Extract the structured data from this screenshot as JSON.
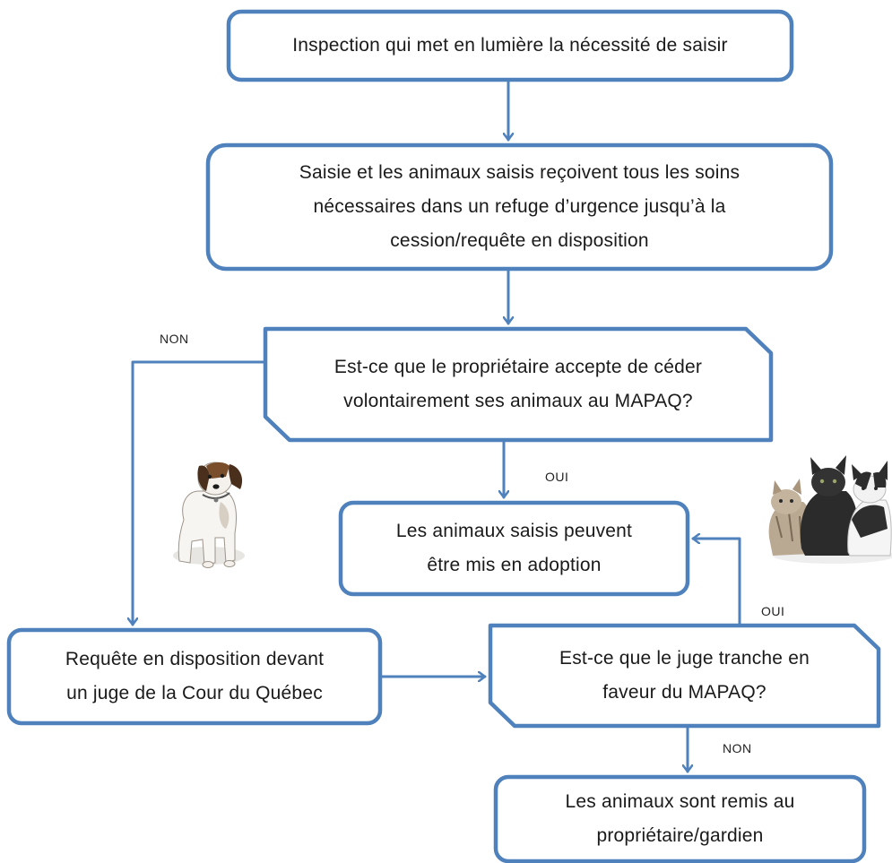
{
  "colors": {
    "box_stroke": "#4f81bd",
    "arrow": "#4f81bd",
    "text": "#1a1a1a"
  },
  "nodes": {
    "inspection": {
      "line1": "Inspection qui met en lumière la nécessité de saisir"
    },
    "seizure": {
      "line1": "Saisie et les animaux saisis reçoivent tous les soins",
      "line2": "nécessaires dans un refuge d’urgence jusqu’à la",
      "line3": "cession/requête en disposition"
    },
    "owner_question": {
      "line1": "Est-ce que le propriétaire accepte de céder",
      "line2": "volontairement ses animaux au MAPAQ?"
    },
    "adoption": {
      "line1": "Les animaux saisis peuvent",
      "line2": "être mis en adoption"
    },
    "court_request": {
      "line1": "Requête en disposition devant",
      "line2": "un juge de la Cour du Québec"
    },
    "judge_question": {
      "line1": "Est-ce que le juge tranche en",
      "line2": "faveur du MAPAQ?"
    },
    "returned": {
      "line1": "Les animaux sont remis au",
      "line2": "propriétaire/gardien"
    }
  },
  "edge_labels": {
    "owner_no": "NON",
    "owner_yes": "OUI",
    "judge_yes": "OUI",
    "judge_no": "NON"
  },
  "illustrations": {
    "left": "dog-illustration",
    "right": "kittens-illustration"
  }
}
